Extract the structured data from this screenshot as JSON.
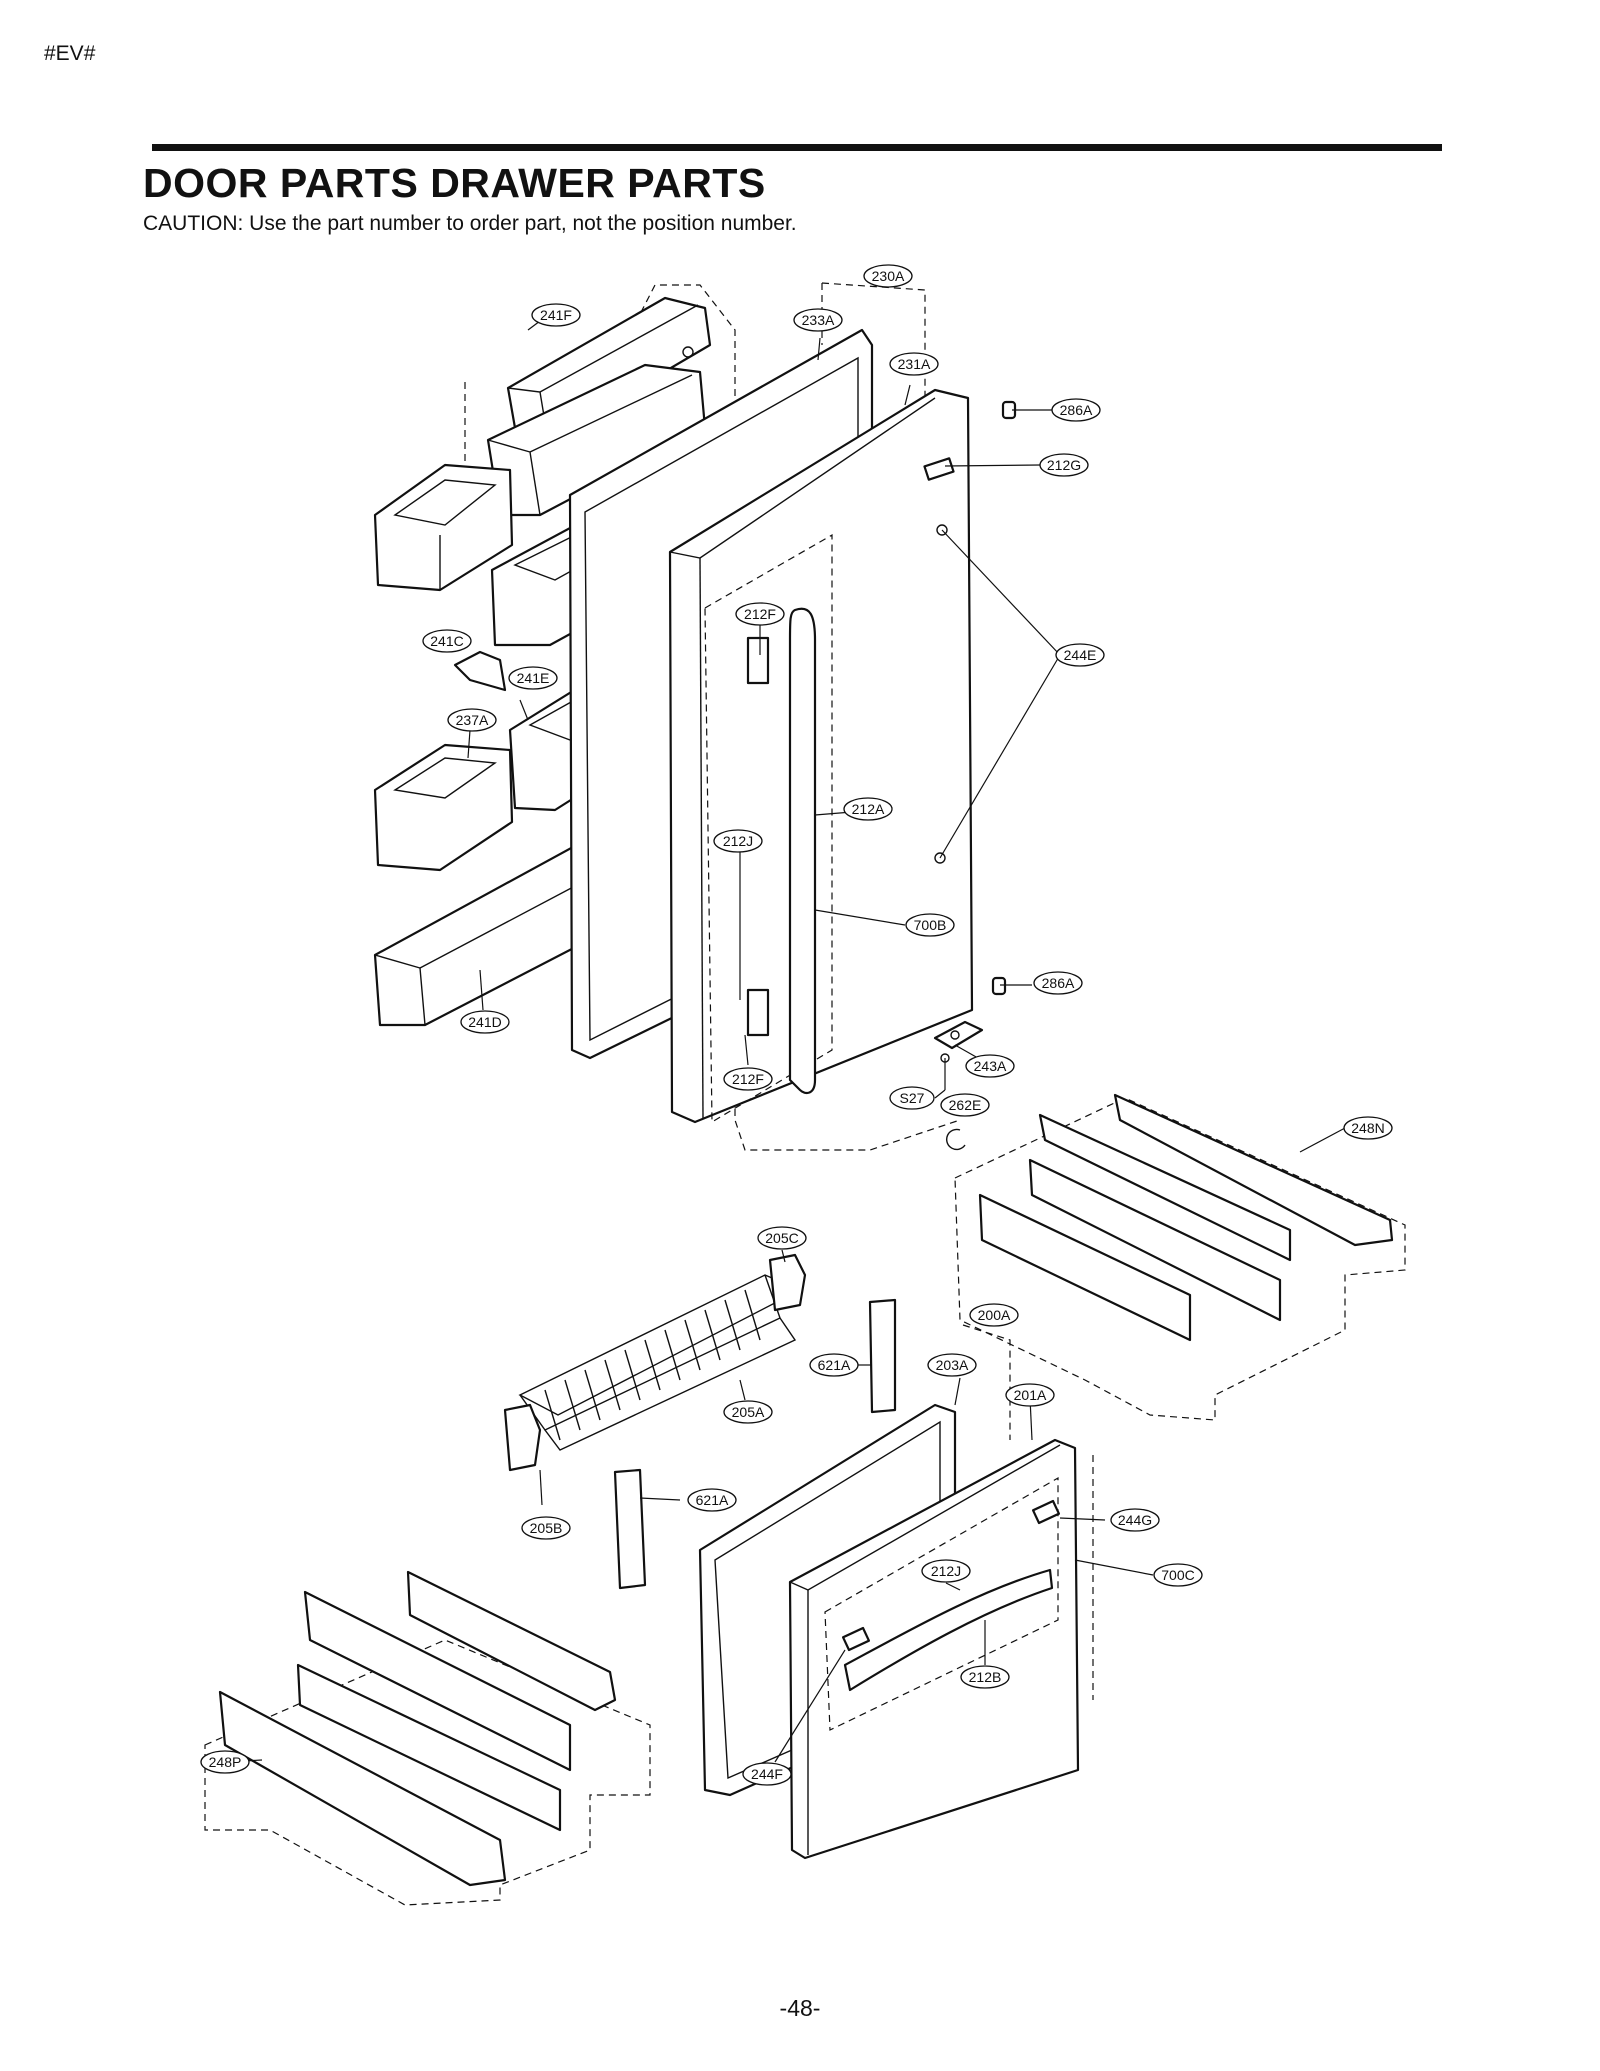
{
  "header": {
    "tag": "#EV#"
  },
  "title": "DOOR PARTS DRAWER PARTS",
  "caution": "CAUTION: Use the part number to order part, not the position number.",
  "page_number": "-48-",
  "callouts": {
    "c230A": "230A",
    "c233A": "233A",
    "c231A": "231A",
    "c241F": "241F",
    "c286A_top": "286A",
    "c212G": "212G",
    "c212F_top": "212F",
    "c241C": "241C",
    "c241E": "241E",
    "c244E": "244E",
    "c237A": "237A",
    "c212A": "212A",
    "c212J_top": "212J",
    "c700B": "700B",
    "c286A_bot": "286A",
    "c241D": "241D",
    "c243A": "243A",
    "c212F_bot": "212F",
    "cS27": "S27",
    "c262E": "262E",
    "c248N": "248N",
    "c205C": "205C",
    "c200A": "200A",
    "c621A_top": "621A",
    "c203A": "203A",
    "c201A": "201A",
    "c205A": "205A",
    "c621A_bot": "621A",
    "c244G": "244G",
    "c205B": "205B",
    "c212J_bot": "212J",
    "c700C": "700C",
    "c212B": "212B",
    "c248P": "248P",
    "c244F": "244F"
  }
}
